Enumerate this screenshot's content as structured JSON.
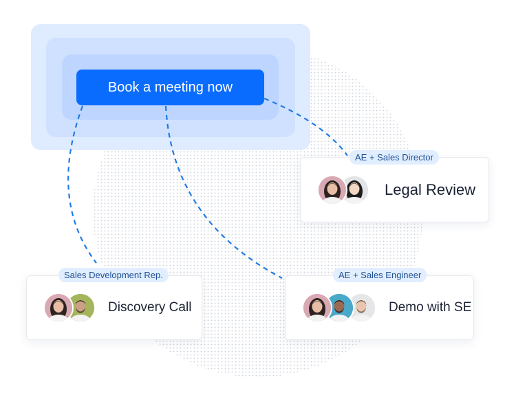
{
  "cta": {
    "label": "Book a meeting now",
    "color": "#0a6cff"
  },
  "cards": [
    {
      "id": "legal-review",
      "title": "Legal Review",
      "tag": "AE + Sales Director",
      "avatars": [
        {
          "name": "woman-long-hair-avatar",
          "bg": "#d9a9b3",
          "skin": "#e8bfa6",
          "hair": "#2d2220"
        },
        {
          "name": "woman-short-dark-hair-avatar",
          "bg": "#e3e4e6",
          "skin": "#f2d7c4",
          "hair": "#1c1c1c"
        }
      ]
    },
    {
      "id": "discovery-call",
      "title": "Discovery Call",
      "tag": "Sales Development Rep.",
      "avatars": [
        {
          "name": "woman-long-hair-avatar",
          "bg": "#d9a9b3",
          "skin": "#e8bfa6",
          "hair": "#2d2220"
        },
        {
          "name": "man-beard-avatar",
          "bg": "#a4b55c",
          "skin": "#caa184",
          "hair": "#3a2a22"
        }
      ]
    },
    {
      "id": "demo-with-se",
      "title": "Demo with SE",
      "tag": "AE + Sales Engineer",
      "avatars": [
        {
          "name": "woman-long-hair-avatar",
          "bg": "#d9a9b3",
          "skin": "#e8bfa6",
          "hair": "#2d2220"
        },
        {
          "name": "man-dark-beard-avatar",
          "bg": "#4aa8c9",
          "skin": "#9a6b52",
          "hair": "#1f1a18"
        },
        {
          "name": "man-light-beard-avatar",
          "bg": "#e5e6e8",
          "skin": "#e8c6ad",
          "hair": "#6e5545"
        }
      ]
    }
  ],
  "colors": {
    "connector": "#1f7ae6",
    "tag_bg": "#e1eeff",
    "tag_text": "#1f4f94"
  }
}
